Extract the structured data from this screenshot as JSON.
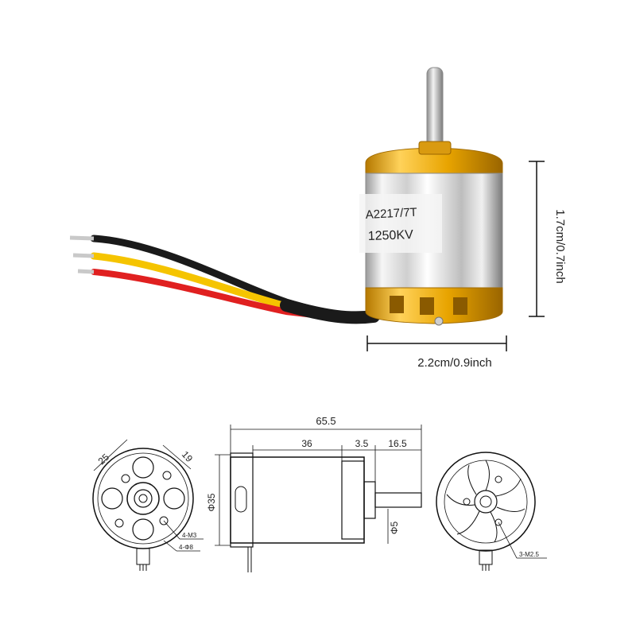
{
  "colors": {
    "gold": "#e8a400",
    "gold_dark": "#b57900",
    "gold_light": "#ffd25a",
    "silver": "#e6e6e6",
    "silver_dark": "#8a8a8a",
    "shaft": "#c8c8c8",
    "wire_black": "#1a1a1a",
    "wire_yellow": "#f5c400",
    "wire_red": "#e02020",
    "line": "#111111"
  },
  "photo": {
    "label_model": "A2217/7T",
    "label_kv": "1250KV",
    "height_dimension": "1.7cm/0.7inch",
    "width_dimension": "2.2cm/0.9inch"
  },
  "drawing": {
    "front_view": {
      "dim_a": "25",
      "dim_b": "19",
      "hole_label_1": "4-M3",
      "hole_label_2": "4-Φ8"
    },
    "side_view": {
      "total_length": "65.5",
      "body_length": "36",
      "gap": "3.5",
      "shaft_length": "16.5",
      "diameter": "Φ35",
      "shaft_diameter": "Φ5"
    },
    "rear_view": {
      "hole_label": "3-M2.5"
    }
  }
}
